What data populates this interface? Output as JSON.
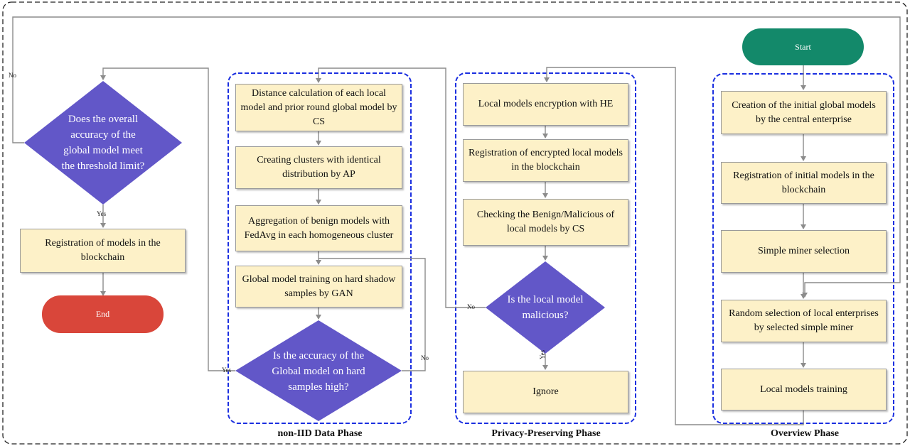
{
  "colors": {
    "box_fill": "#fdf1c8",
    "diamond_fill": "#6257c8",
    "start_fill": "#13896a",
    "end_fill": "#d9463a",
    "phase_border": "#1b2fe0",
    "connector": "#8c8c8c"
  },
  "phases": {
    "noniid": "non-IID Data Phase",
    "privacy": "Privacy-Preserving Phase",
    "overview": "Overview Phase"
  },
  "terminals": {
    "start": "Start",
    "end": "End"
  },
  "overview": {
    "step1": "Creation of the initial global models by the central enterprise",
    "step2": "Registration of initial models in the blockchain",
    "step3": "Simple miner selection",
    "step4": "Random selection of local enterprises by selected simple miner",
    "step5": "Local models training"
  },
  "privacy": {
    "step1": "Local models encryption with HE",
    "step2": "Registration of encrypted local models in the blockchain",
    "step3": "Checking the Benign/Malicious of local models by CS",
    "decision": "Is the local model malicious?",
    "ignore": "Ignore"
  },
  "noniid": {
    "step1": "Distance calculation of each local model and prior round global model by CS",
    "step2": "Creating clusters with identical distribution by AP",
    "step3": "Aggregation of benign models with FedAvg in each homogeneous cluster",
    "step4": "Global model training on hard shadow samples by GAN",
    "decision": "Is the accuracy of the Global model on hard samples high?"
  },
  "final": {
    "decision": "Does the overall accuracy of the global model meet the threshold limit?",
    "register": "Registration of models in the blockchain"
  },
  "labels": {
    "yes": "Yes",
    "no": "No"
  }
}
